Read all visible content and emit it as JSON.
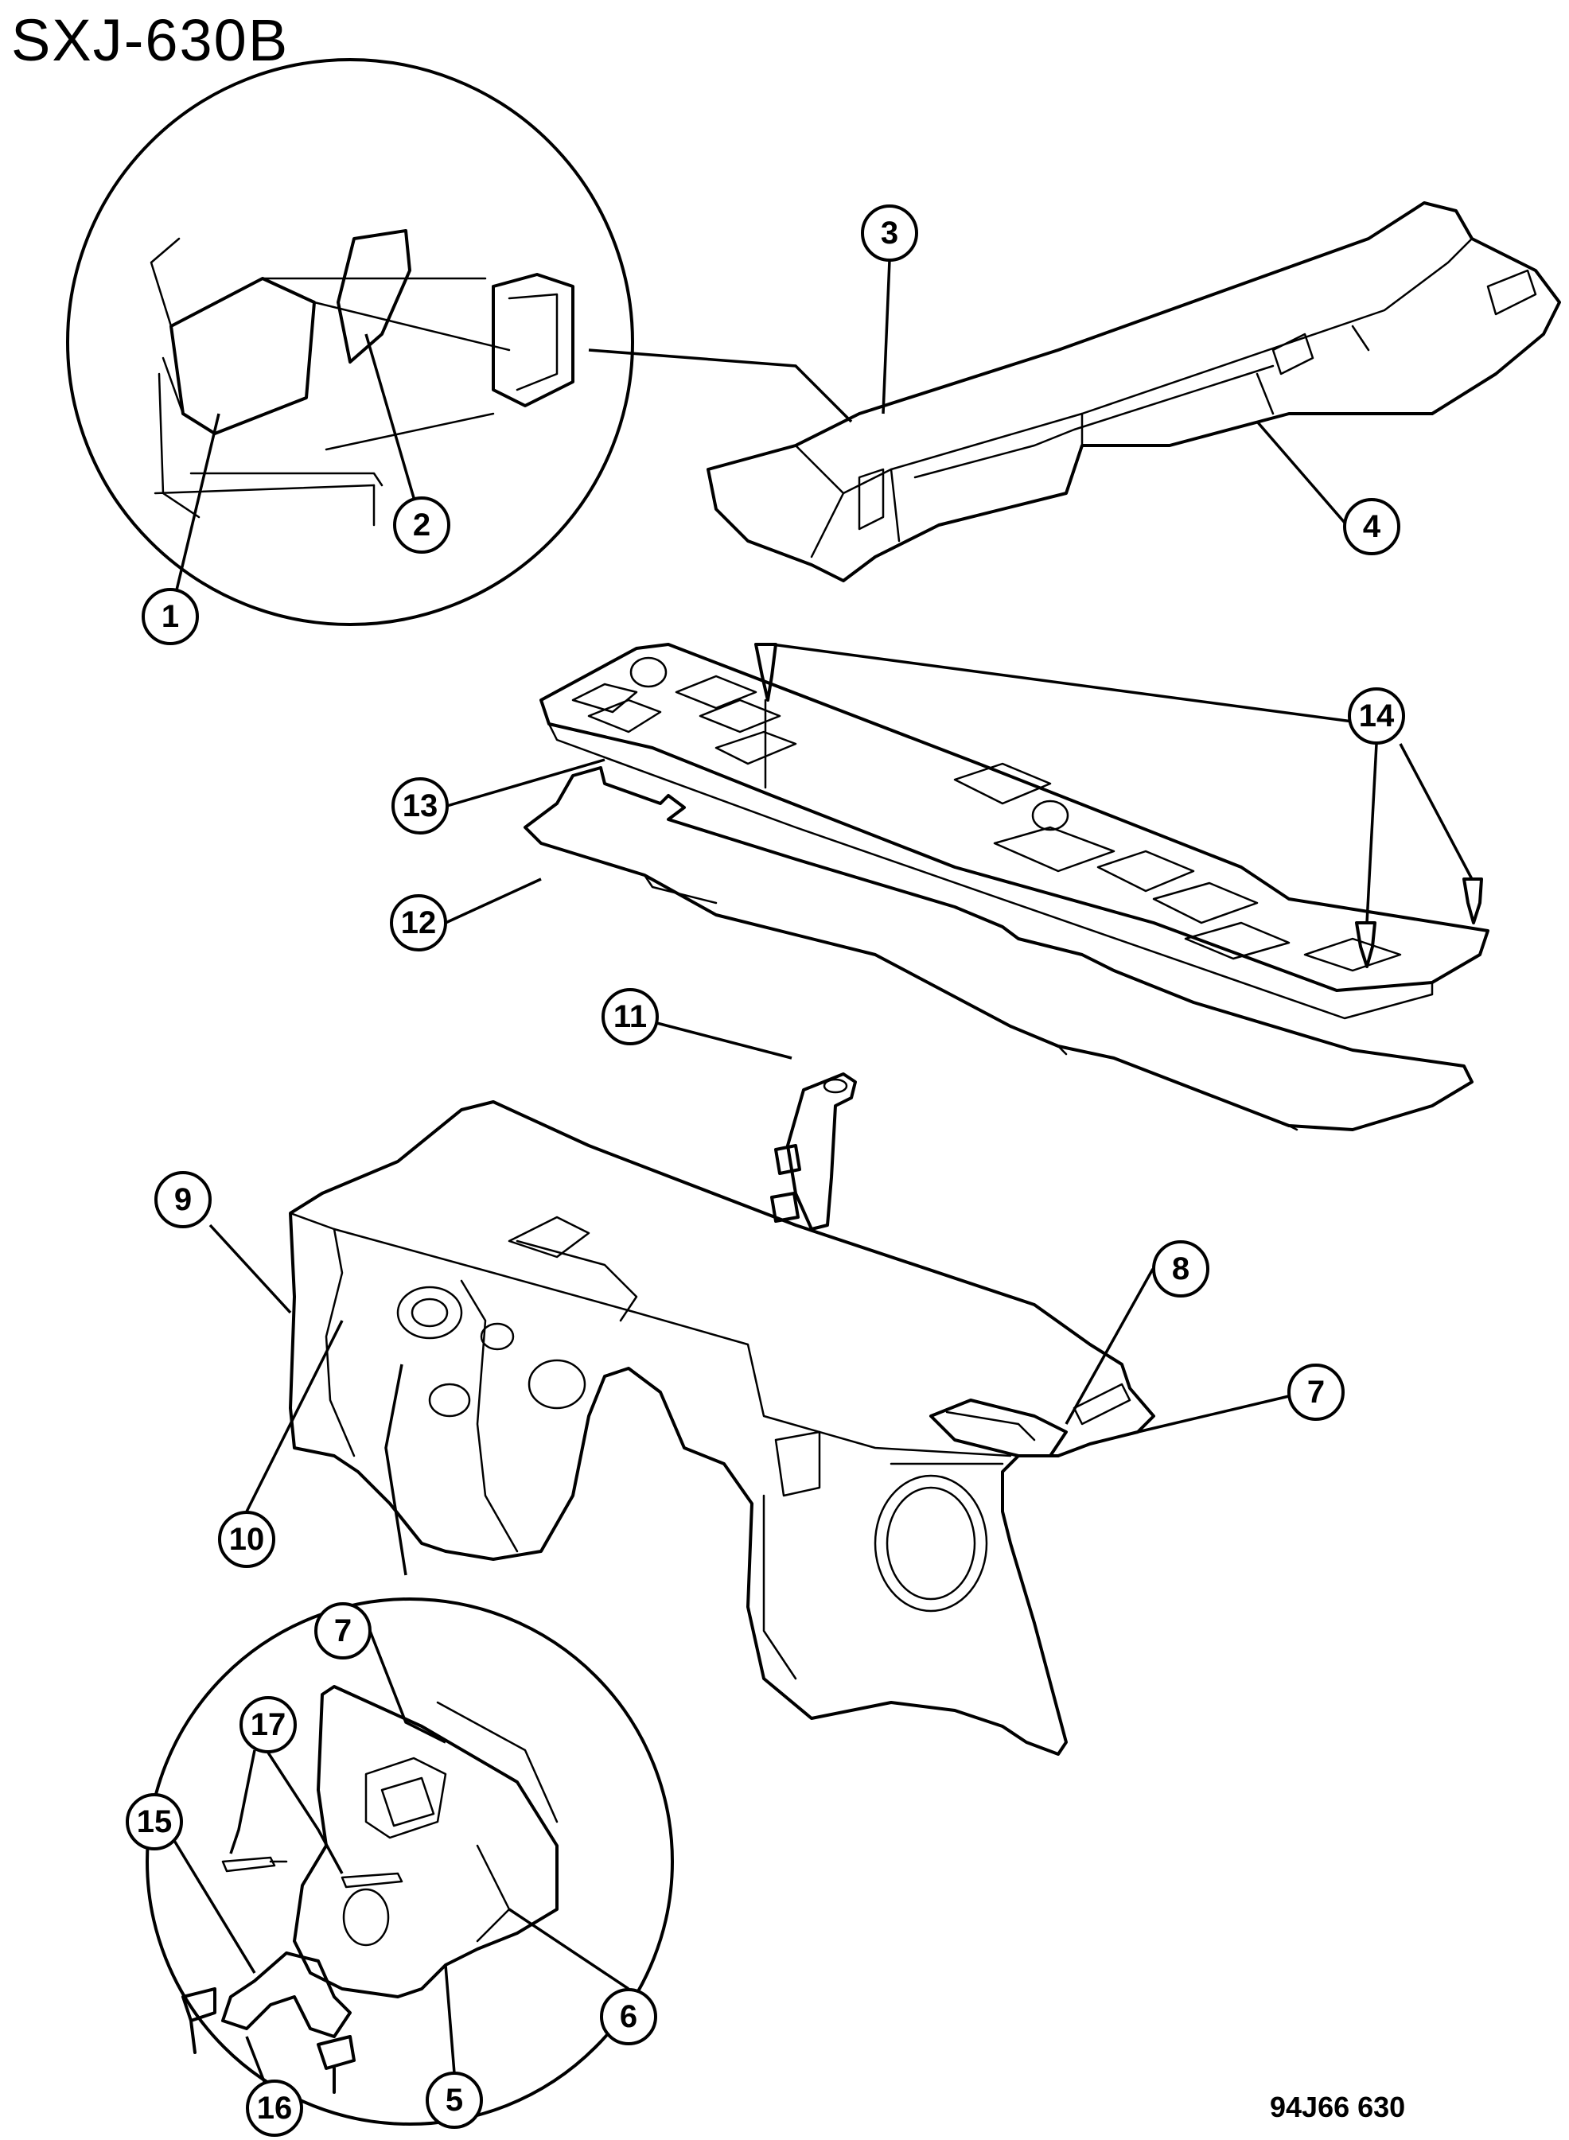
{
  "diagram_id": "SXJ-630B",
  "reference_code": "94J66 630",
  "callouts": [
    "1",
    "2",
    "3",
    "4",
    "5",
    "6",
    "7",
    "8",
    "9",
    "10",
    "11",
    "12",
    "13",
    "14",
    "15",
    "16",
    "17"
  ]
}
